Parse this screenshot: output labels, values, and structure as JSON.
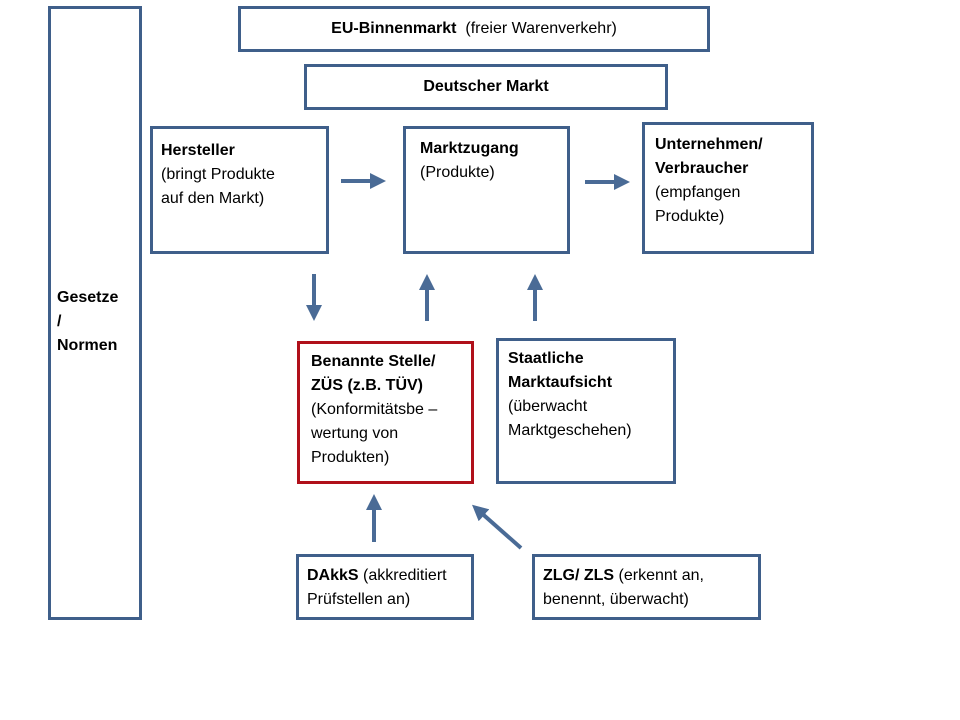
{
  "side": {
    "title": "Gesetze\n/\nNormen"
  },
  "eu": {
    "bold": "EU-Binnenmarkt",
    "normal": "(freier  Warenverkehr)"
  },
  "de": {
    "bold": "Deutscher  Markt"
  },
  "hersteller": {
    "bold": "Hersteller",
    "normal": "(bringt Produkte\nauf den Markt)"
  },
  "marktzugang": {
    "bold": "Marktzugang",
    "normal": "(Produkte)"
  },
  "unternehmen": {
    "bold": "Unternehmen/\nVerbraucher",
    "normal": "(empfangen\nProdukte)"
  },
  "benannte": {
    "bold": "Benannte Stelle/\nZÜS (z.B. TÜV)",
    "normal": "(Konformitätsbe –\nwertung von\nProdukten)"
  },
  "staatlich": {
    "bold": "Staatliche\nMarktaufsicht",
    "normal": "(überwacht\nMarktgeschehen)"
  },
  "dakks": {
    "bold": "DAkkS",
    "normal": " (akkreditiert\nPrüfstellen an)"
  },
  "zlg": {
    "bold": "ZLG/ ZLS",
    "normal": " (erkennt an,\nbenennt, überwacht)"
  },
  "colors": {
    "border": "#3f5f8a",
    "highlight": "#b0101a",
    "arrow": "#4a6b96"
  }
}
